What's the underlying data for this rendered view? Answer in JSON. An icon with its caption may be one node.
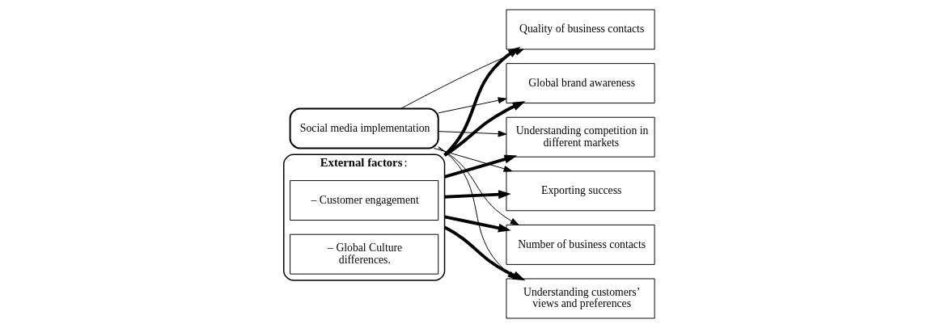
{
  "diagram": {
    "nodes": [
      {
        "text": [
          "Social media implementation"
        ]
      },
      {
        "text": [
          "**External factors**:"
        ]
      },
      {
        "text": [
          "– Customer engagement"
        ],
        "in": 1
      },
      {
        "text": [
          "– Global Culture differences."
        ],
        "in": 1
      },
      {
        "text": [
          "Number of business contacts"
        ]
      },
      {
        "text": [
          "Understanding customers’ views and preferences"
        ]
      },
      {
        "text": [
          "Quality of business contacts"
        ]
      },
      {
        "text": [
          "Global brand awareness"
        ]
      },
      {
        "text": [
          "Understanding competition in different markets"
        ]
      },
      {
        "text": [
          "Exporting success"
        ]
      }
    ],
    "edges": [
      {
        "from": 0,
        "to": 4,
        "arrow": "to"
      },
      {
        "from": 0,
        "to": 5,
        "arrow": "to"
      },
      {
        "from": 0,
        "to": 6,
        "arrow": "to"
      },
      {
        "from": 0,
        "to": 7,
        "arrow": "to"
      },
      {
        "from": 0,
        "to": 8,
        "arrow": "to"
      },
      {
        "from": 0,
        "to": 9,
        "arrow": "to"
      },
      {
        "from": 1,
        "to": 4,
        "arrow": "to",
        "style": "thick"
      },
      {
        "from": 1,
        "to": 5,
        "arrow": "to",
        "style": "thick"
      },
      {
        "from": 1,
        "to": 6,
        "arrow": "to",
        "style": "thick"
      },
      {
        "from": 1,
        "to": 7,
        "arrow": "to",
        "style": "thick"
      },
      {
        "from": 1,
        "to": 8,
        "arrow": "to",
        "style": "thick"
      },
      {
        "from": 1,
        "to": 9,
        "arrow": "to",
        "style": "thick"
      }
    ]
  }
}
